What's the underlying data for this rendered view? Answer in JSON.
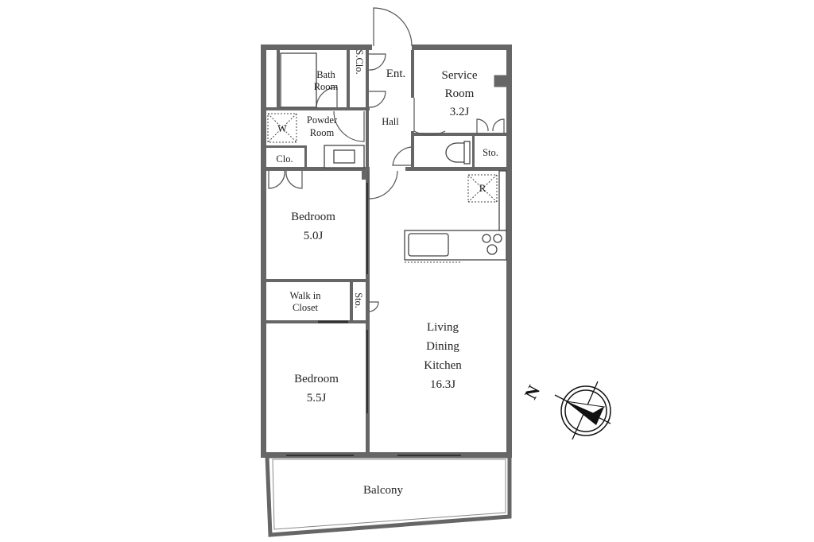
{
  "rooms": {
    "bath_room": [
      "Bath",
      "Room"
    ],
    "s_clo": "S.Clo.",
    "entrance": "Ent.",
    "service_room": [
      "Service",
      "Room",
      "3.2J"
    ],
    "powder_room": [
      "Powder",
      "Room"
    ],
    "washer": "W",
    "hall": "Hall",
    "clo": "Clo.",
    "storage_top": "Sto.",
    "refrigerator": "R",
    "bedroom1": [
      "Bedroom",
      "5.0J"
    ],
    "walk_in_closet": [
      "Walk in",
      "Closet"
    ],
    "storage_mid": "Sto.",
    "ldk": [
      "Living",
      "Dining",
      "Kitchen",
      "16.3J"
    ],
    "bedroom2": [
      "Bedroom",
      "5.5J"
    ],
    "balcony": "Balcony"
  },
  "compass": {
    "label": "N"
  }
}
